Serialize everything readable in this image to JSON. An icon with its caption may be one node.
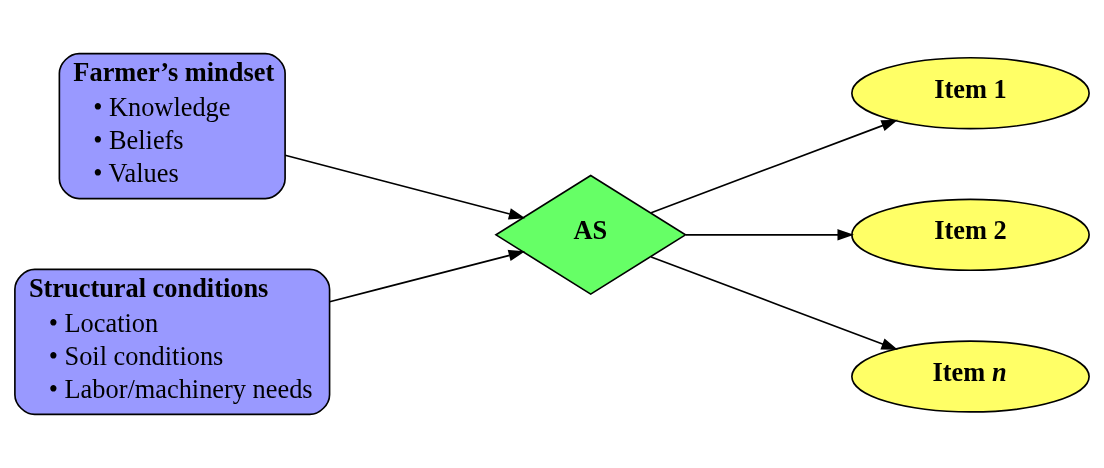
{
  "diagram": {
    "nodes": [
      {
        "text": [
          "Farmer’s mindset",
          "• Knowledge",
          "• Beliefs",
          "• Values"
        ]
      },
      {
        "text": [
          "Structural conditions",
          "• Location",
          "• Soil conditions",
          "• Labor/machinery needs"
        ]
      },
      {
        "text": [
          "AS"
        ]
      },
      {
        "text": [
          "Item 1"
        ]
      },
      {
        "text": [
          "Item 2"
        ]
      },
      {
        "text": [
          "Item *n*"
        ]
      }
    ],
    "edges": [
      {
        "from": 0,
        "to": 2,
        "arrow": "to"
      },
      {
        "from": 1,
        "to": 2,
        "arrow": "to"
      },
      {
        "from": 2,
        "to": 3,
        "arrow": "to"
      },
      {
        "from": 2,
        "to": 4,
        "arrow": "to"
      },
      {
        "from": 2,
        "to": 5,
        "arrow": "to"
      }
    ]
  }
}
